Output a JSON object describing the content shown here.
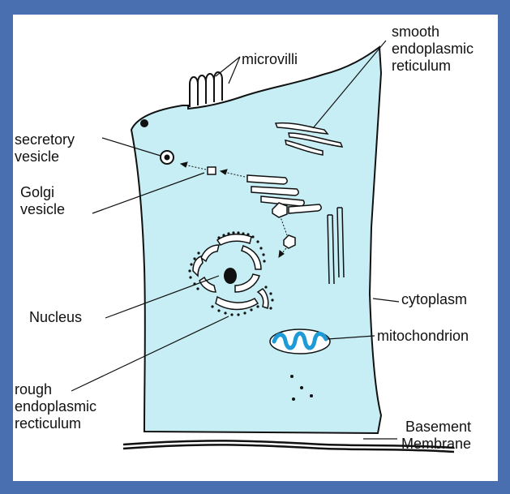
{
  "colors": {
    "background": "#4a6fb0",
    "panel": "#ffffff",
    "cytoplasm": "#c6eef4",
    "mitochondrion_inner": "#1e9ad6",
    "stroke": "#111111"
  },
  "labels": {
    "microvilli": "microvilli",
    "smooth_er": "smooth\nendoplasmic\nreticulum",
    "secretory_vesicle": "secretory\nvesicle",
    "golgi_vesicle": "Golgi\nvesicle",
    "cytoplasm": "cytoplasm",
    "mitochondrion": "mitochondrion",
    "nucleus": "Nucleus",
    "rough_er": "rough\nendoplasmic\nrecticulum",
    "basement_membrane": "Basement\nMembrane"
  }
}
